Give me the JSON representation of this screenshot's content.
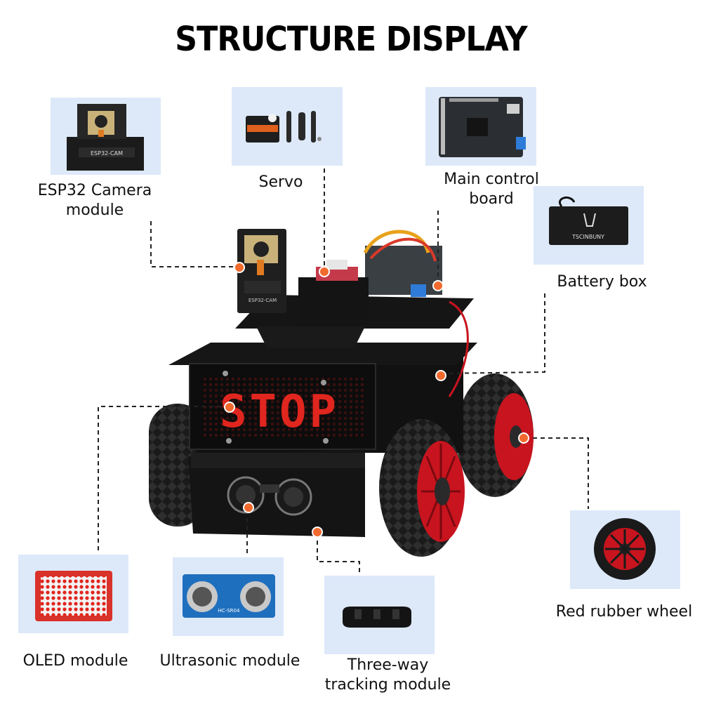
{
  "title": "STRUCTURE DISPLAY",
  "components": {
    "camera": {
      "label_line1": "ESP32 Camera",
      "label_line2": "module",
      "board_text": "ESP32-CAM"
    },
    "servo": {
      "label": "Servo"
    },
    "main_board": {
      "label_line1": "Main control",
      "label_line2": "board"
    },
    "battery": {
      "label": "Battery box",
      "brand": "TSCINBUNY"
    },
    "wheel": {
      "label": "Red rubber wheel"
    },
    "oled": {
      "label": "OLED module",
      "display_text": "STOP"
    },
    "ultrasonic": {
      "label": "Ultrasonic module",
      "sensor_text": "HC-SR04"
    },
    "tracking": {
      "label_line1": "Three-way",
      "label_line2": "tracking module"
    }
  },
  "colors": {
    "panel_bg": "#dde9f9",
    "marker": "#f26a2e",
    "wheel_red": "#c8141e",
    "chassis": "#111111",
    "led_red": "#e0261e"
  }
}
